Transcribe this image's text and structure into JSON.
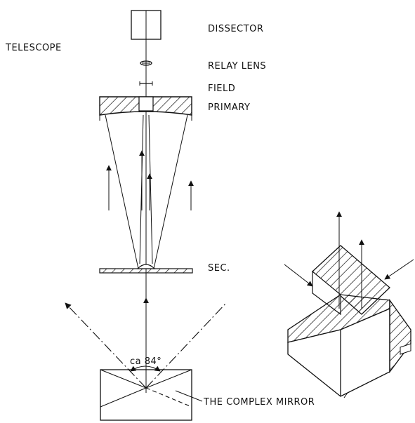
{
  "labels": {
    "telescope": "TELESCOPE",
    "dissector": "DISSECTOR",
    "relay_lens": "RELAY LENS",
    "field": "FIELD",
    "primary": "PRIMARY",
    "secondary": "SEC.",
    "angle": "ca 84°",
    "complex_mirror": "THE COMPLEX MIRROR"
  }
}
